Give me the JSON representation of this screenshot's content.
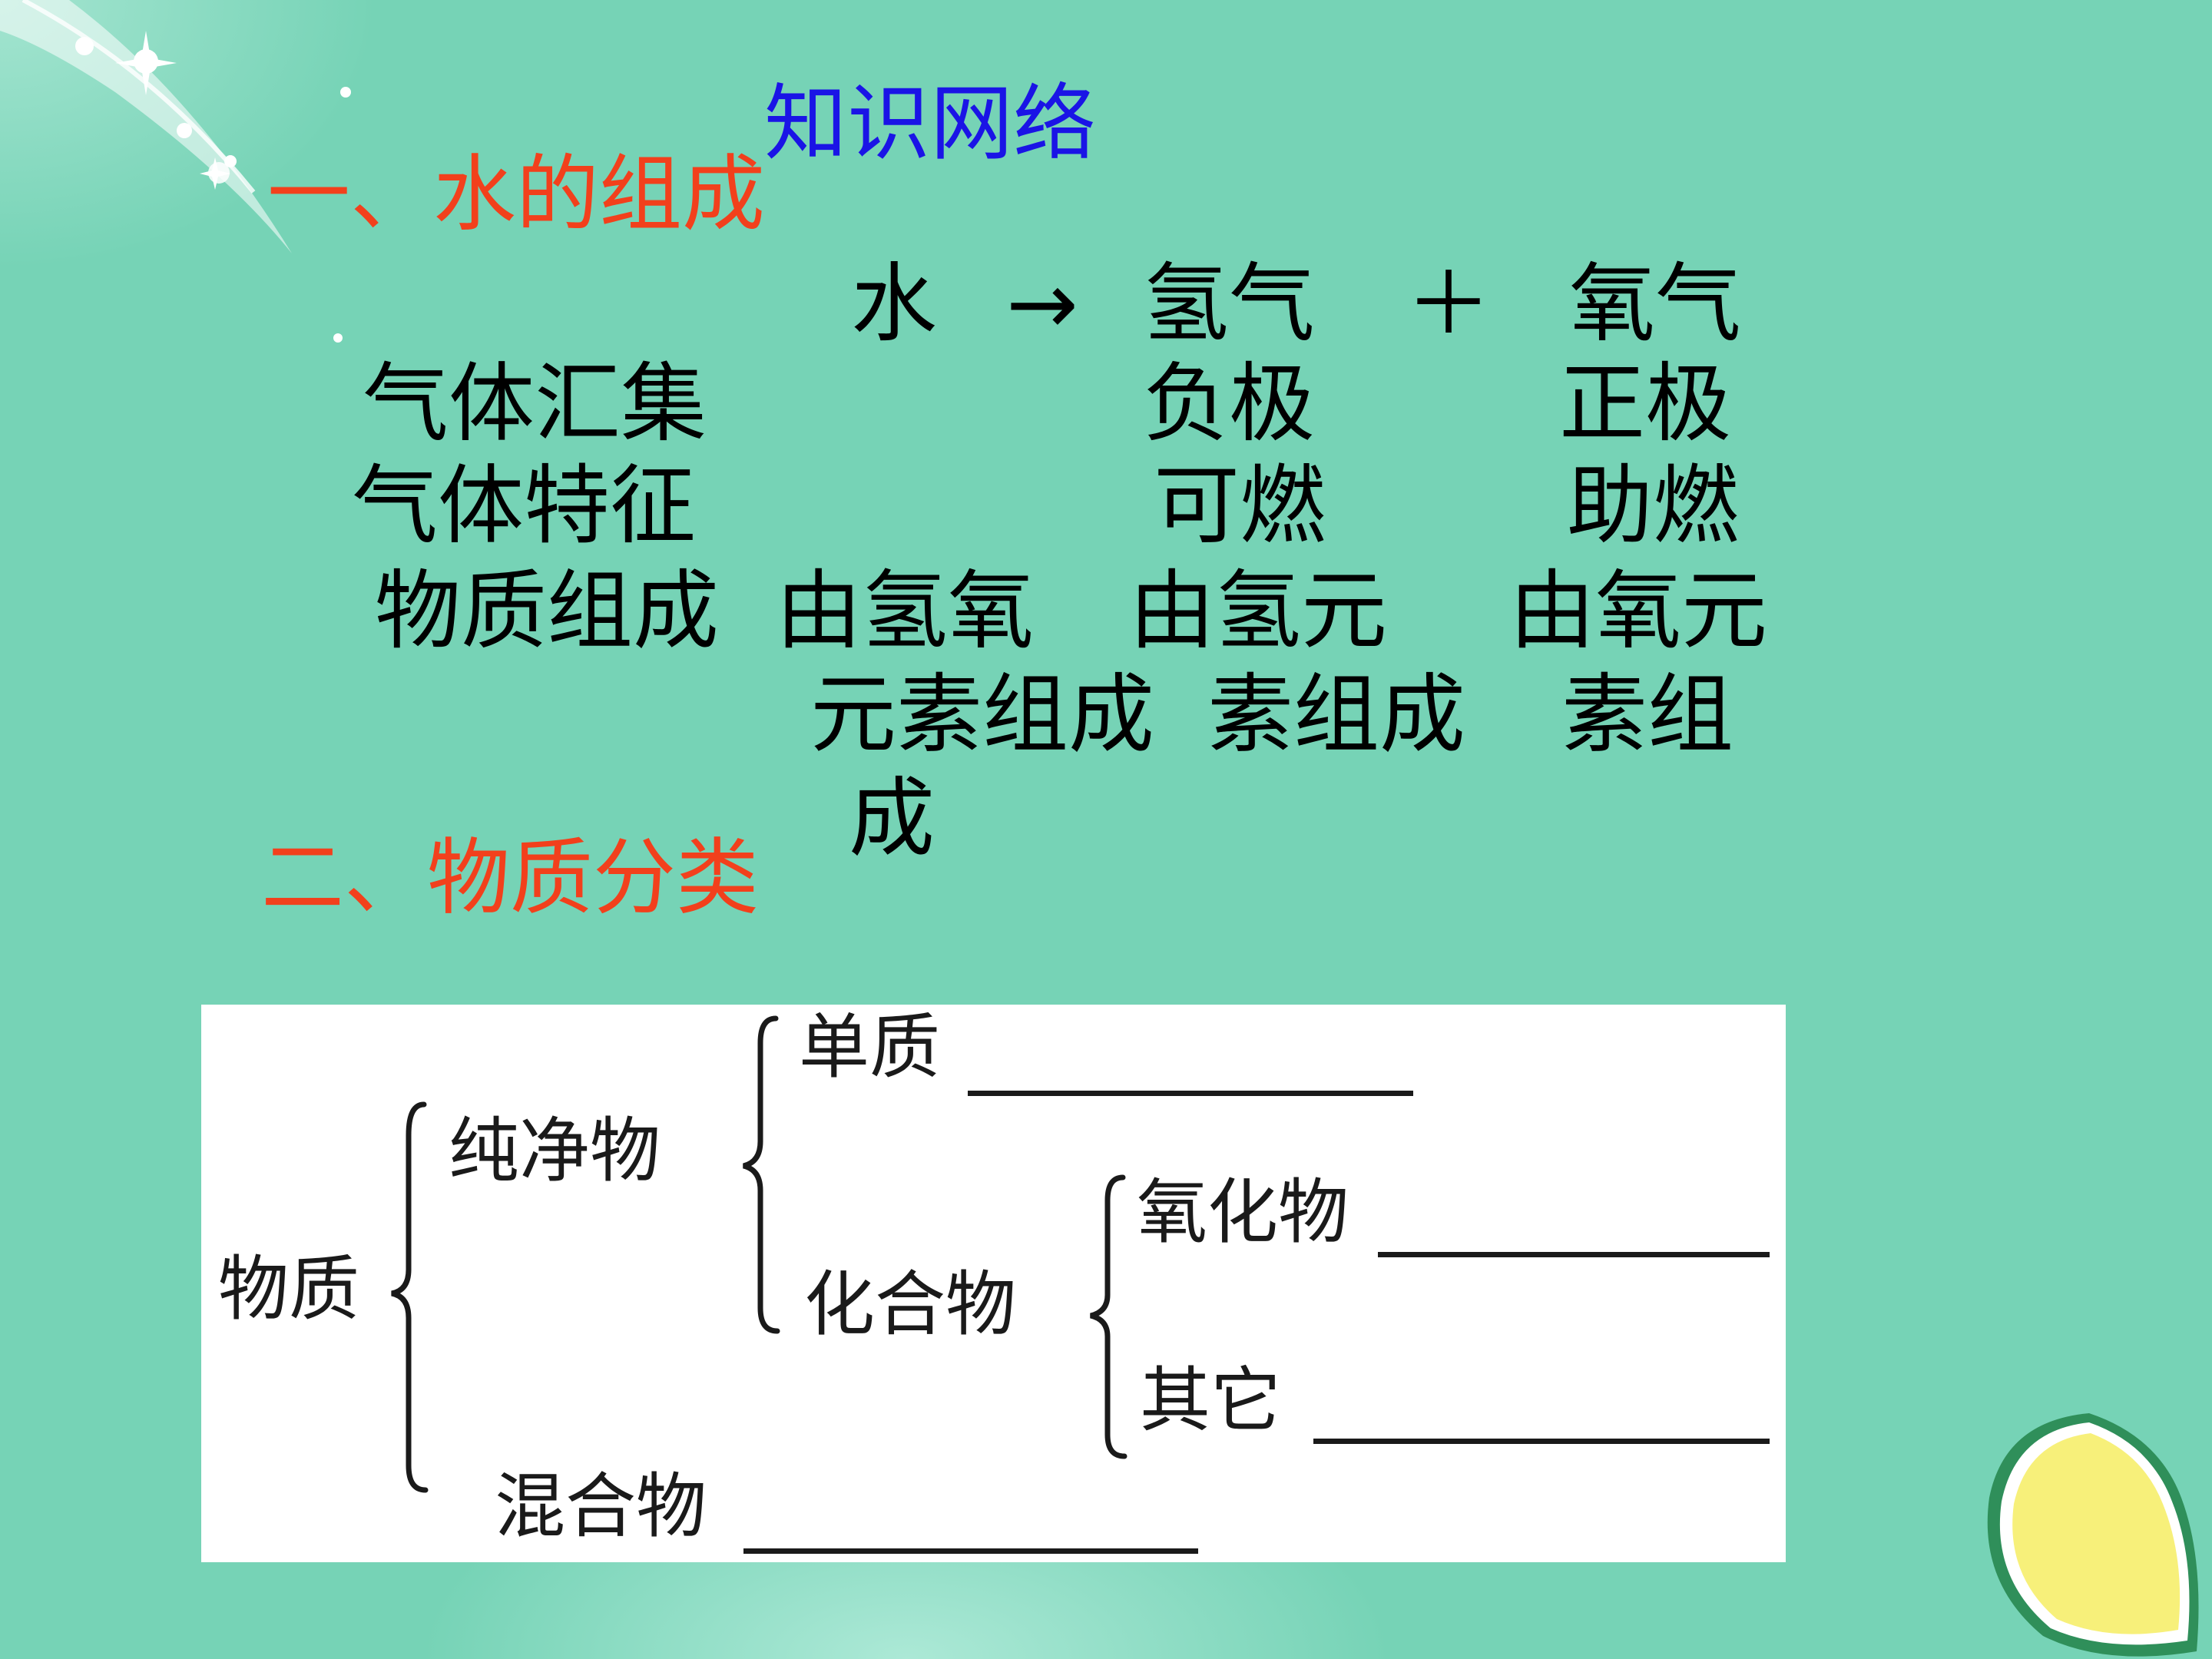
{
  "slide": {
    "title": "知识网络",
    "section1": {
      "heading": "一、水的组成",
      "equation": {
        "water": "水",
        "arrow": "→",
        "hydrogen": "氢气",
        "plus": "＋",
        "oxygen": "氧气"
      },
      "rows": [
        {
          "label": "气体汇集",
          "hydrogen": "负极",
          "oxygen": "正极"
        },
        {
          "label": "气体特征",
          "hydrogen": "可燃",
          "oxygen": "助燃"
        }
      ],
      "composition": {
        "label": "物质组成",
        "water_l1": "由氢氧",
        "water_l2": "元素组成",
        "water_l3": "成",
        "hydrogen_l1": "由氢元",
        "hydrogen_l2": "素组成",
        "oxygen_l1": "由氧元",
        "oxygen_l2": "素组"
      }
    },
    "section2": {
      "heading": "二、物质分类",
      "diagram": {
        "root": "物质",
        "pure": "纯净物",
        "element": "单质",
        "compound": "化合物",
        "oxide": "氧化物",
        "other": "其它",
        "mixture": "混合物"
      }
    }
  },
  "colors": {
    "background": "#76d3b6",
    "title": "#1a14e6",
    "heading": "#f2401c",
    "body": "#000000"
  },
  "icons": [
    "sparkle-decoration-icon",
    "lemon-decoration-icon"
  ]
}
